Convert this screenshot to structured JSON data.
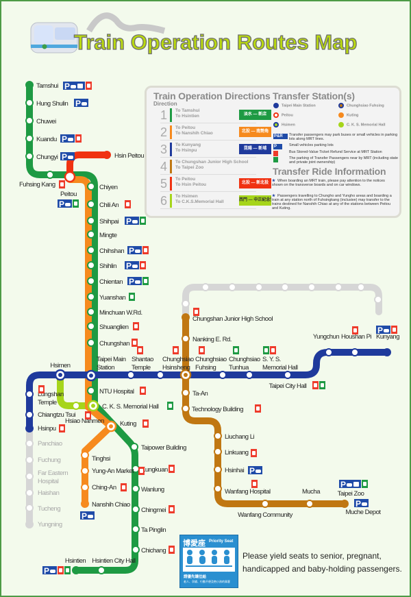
{
  "title": "Train Operation Routes Map",
  "colors": {
    "green": "#1e9a43",
    "orange": "#f68a1e",
    "red": "#f03212",
    "blue": "#1f3a9c",
    "brown": "#c07712",
    "lightgreen": "#a6d51b",
    "gray": "#d6d6d6",
    "bus_red": "#ee3b2b",
    "bus_green": "#1e9a43",
    "park_blue": "#1f4ba8"
  },
  "legend": {
    "directions_title": "Train Operation Directions",
    "direction_label": "Direction",
    "directions": [
      {
        "num": "1",
        "line1": "To Tamshui",
        "line2": "To Hsintien",
        "sign": "淡水 — 新店",
        "color": "#1e9a43"
      },
      {
        "num": "2",
        "line1": "To Peitou",
        "line2": "To Nanshih Chiao",
        "sign": "北投 — 南勢角",
        "color": "#f68a1e"
      },
      {
        "num": "3",
        "line1": "To Kunyang",
        "line2": "To Hsinpu",
        "sign": "昆陽 — 新埔",
        "color": "#1f3a9c"
      },
      {
        "num": "4",
        "line1": "To Chungshan Junior High School",
        "line2": "To Taipei Zoo",
        "sign": "",
        "color": "#c07712"
      },
      {
        "num": "5",
        "line1": "To Peitou",
        "line2": "To Hsin Peitou",
        "sign": "北投 — 新北投",
        "color": "#f03212"
      },
      {
        "num": "6",
        "line1": "To Hsimen",
        "line2": "To C.K.S.Memorial Hall",
        "sign": "西門 — 中正紀念堂",
        "color": "#a6d51b"
      }
    ],
    "transfer_title": "Transfer Station(s)",
    "transfers": [
      "Taipei Main Station",
      "Chunghsiao Fuhsing",
      "Peitou",
      "Kuting",
      "Hsimen",
      "C. K. S. Memorial Hall"
    ],
    "facilities": [
      "Transfer passengers may park buses or small vehicles in parking lots along MRT lines.",
      "Small vehicles parking lots",
      "Bus Stored-Value Ticket Refund Service at MRT Station",
      "The parking of Transfer Passengers near by MRT (including state and private joint ownership)"
    ],
    "ride_title": "Transfer Ride Information",
    "ride_info": [
      "When boarding an MRT train, please pay attention to the notices shown on the transverse boards and on car windows.",
      "Passengers travelling to Chungho and Yungho areas and boarding a train at any station north of Fuhsingkang (inclusive) may transfer to the trains destined for Nanshih Chiao at any of the stations between Peitou and Kuting."
    ]
  },
  "stations": [
    {
      "label": [
        "Tamshui"
      ],
      "fac": [
        "pr",
        "b"
      ]
    },
    {
      "label": [
        "Hung Shulin"
      ],
      "fac": [
        "p"
      ]
    },
    {
      "label": [
        "Chuwei"
      ],
      "fac": []
    },
    {
      "label": [
        "Kuandu"
      ],
      "fac": [
        "p",
        "b"
      ]
    },
    {
      "label": [
        "Chungyi"
      ],
      "fac": [
        "p"
      ]
    },
    {
      "label": [
        "Fuhsing Kang"
      ],
      "fac": [
        "b"
      ]
    },
    {
      "label": [
        "Peitou"
      ],
      "fac": [
        "p",
        "g"
      ]
    },
    {
      "label": [
        "Chiyen"
      ],
      "fac": []
    },
    {
      "label": [
        "Chili An"
      ],
      "fac": [
        "b"
      ]
    },
    {
      "label": [
        "Shihpai"
      ],
      "fac": [
        "p",
        "g"
      ]
    },
    {
      "label": [
        "Mingte"
      ],
      "fac": []
    },
    {
      "label": [
        "Chihshan"
      ],
      "fac": [
        "p",
        "b"
      ]
    },
    {
      "label": [
        "Shihlin"
      ],
      "fac": [
        "p",
        "b"
      ]
    },
    {
      "label": [
        "Chientan"
      ],
      "fac": [
        "p",
        "g"
      ]
    },
    {
      "label": [
        "Yuanshan"
      ],
      "fac": [
        "g"
      ]
    },
    {
      "label": [
        "Minchuan W.Rd."
      ],
      "fac": []
    },
    {
      "label": [
        "Shuanglien"
      ],
      "fac": [
        "b"
      ]
    },
    {
      "label": [
        "Chungshan"
      ],
      "fac": [
        "b"
      ]
    },
    {
      "label": [
        "Taipei Main",
        "Station"
      ],
      "fac": []
    },
    {
      "label": [
        "NTU Hospital"
      ],
      "fac": [
        "b"
      ]
    },
    {
      "label": [
        "C. K. S. Memorial Hall"
      ],
      "fac": [
        "g"
      ]
    },
    {
      "label": [
        "Taipower Building"
      ],
      "fac": []
    },
    {
      "label": [
        "Kungkuan"
      ],
      "fac": [
        "b"
      ]
    },
    {
      "label": [
        "Wanlung"
      ],
      "fac": []
    },
    {
      "label": [
        "Chingmei"
      ],
      "fac": [
        "b"
      ]
    },
    {
      "label": [
        "Ta Pinglin"
      ],
      "fac": []
    },
    {
      "label": [
        "Chichang"
      ],
      "fac": [
        "b"
      ]
    },
    {
      "label": [
        "Hsintien City Hall"
      ],
      "fac": []
    },
    {
      "label": [
        "Hsintien"
      ],
      "fac": [
        "p",
        "b",
        "g"
      ]
    },
    {
      "label": [
        "Kuting"
      ],
      "fac": [
        "b"
      ]
    },
    {
      "label": [
        "Tinghsi"
      ],
      "fac": []
    },
    {
      "label": [
        "Yung-An Market"
      ],
      "fac": [
        "b"
      ]
    },
    {
      "label": [
        "Ching-An"
      ],
      "fac": [
        "b"
      ]
    },
    {
      "label": [
        "Nanshih Chiao"
      ],
      "fac": [
        "p"
      ]
    },
    {
      "label": [
        "Hsin Peitou"
      ],
      "fac": []
    },
    {
      "label": [
        "Kunyang"
      ],
      "fac": [
        "p",
        "b"
      ]
    },
    {
      "label": [
        "Houshan Pi"
      ],
      "fac": [
        "b"
      ]
    },
    {
      "label": [
        "Yungchun"
      ],
      "fac": []
    },
    {
      "label": [
        "Taipei City Hall"
      ],
      "fac": [
        "b",
        "g"
      ]
    },
    {
      "label": [
        "S. Y. S.",
        "Memorial Hall"
      ],
      "fac": [
        "g",
        "b"
      ]
    },
    {
      "label": [
        "Chunghsiao",
        "Tunhua"
      ],
      "fac": [
        "g"
      ]
    },
    {
      "label": [
        "Chunghsiao",
        "Fuhsing"
      ],
      "fac": [
        "b"
      ]
    },
    {
      "label": [
        "Chunghsiao",
        "Hsinsheng"
      ],
      "fac": [
        "b"
      ]
    },
    {
      "label": [
        "Shantao",
        "Temple"
      ],
      "fac": [
        "b"
      ]
    },
    {
      "label": [
        "Hsimen"
      ],
      "fac": []
    },
    {
      "label": [
        "Lungshan",
        "Temple"
      ],
      "fac": [
        "b"
      ]
    },
    {
      "label": [
        "Chiangtzu Tsui"
      ],
      "fac": []
    },
    {
      "label": [
        "Hsinpu"
      ],
      "fac": [
        "b"
      ]
    },
    {
      "label": [
        "Hsiao Nanmen"
      ],
      "fac": [
        "b"
      ]
    },
    {
      "label": [
        "Panchiao"
      ],
      "fac": []
    },
    {
      "label": [
        "Fuchung"
      ],
      "fac": []
    },
    {
      "label": [
        "Far Eastern",
        "Hospital"
      ],
      "fac": []
    },
    {
      "label": [
        "Haishan"
      ],
      "fac": []
    },
    {
      "label": [
        "Tucheng"
      ],
      "fac": []
    },
    {
      "label": [
        "Yungning"
      ],
      "fac": []
    },
    {
      "label": [
        "Chungshan Junior High School"
      ],
      "fac": [
        "b"
      ]
    },
    {
      "label": [
        "Nanking E. Rd."
      ],
      "fac": []
    },
    {
      "label": [
        "Ta-An"
      ],
      "fac": []
    },
    {
      "label": [
        "Technology Building"
      ],
      "fac": [
        "b"
      ]
    },
    {
      "label": [
        "Liuchang Li"
      ],
      "fac": []
    },
    {
      "label": [
        "Linkuang"
      ],
      "fac": [
        "b"
      ]
    },
    {
      "label": [
        "Hsinhai"
      ],
      "fac": [
        "p"
      ]
    },
    {
      "label": [
        "Wanfang Hospital"
      ],
      "fac": [
        "b"
      ]
    },
    {
      "label": [
        "Wanfang Community"
      ],
      "fac": []
    },
    {
      "label": [
        "Mucha"
      ],
      "fac": []
    },
    {
      "label": [
        "Taipei Zoo"
      ],
      "fac": [
        "pr",
        "g"
      ]
    },
    {
      "label": [
        "Muche Depot"
      ],
      "fac": [
        "p"
      ]
    }
  ],
  "priority_seat": {
    "zh": "博愛座",
    "en": "Priority Seat",
    "zh2": "請優先讓位給",
    "zh3": "老人、孕婦、行動不便及抱小孩的乘客"
  },
  "yield_message": [
    "Please yield seats to senior, pregnant,",
    "handicapped and baby-holding passengers."
  ]
}
